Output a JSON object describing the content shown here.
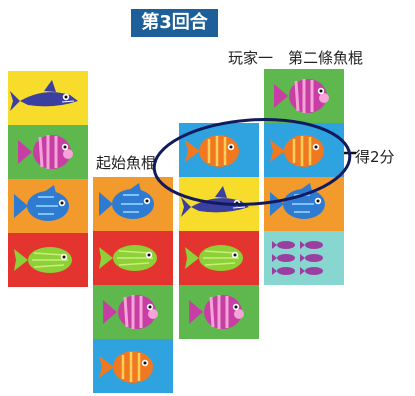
{
  "round_title": "第3回合",
  "label_start": "起始魚棍",
  "label_player": "玩家一　第二條魚棍",
  "label_score": "得2分",
  "sticks": [
    {
      "name": "stick-1",
      "tiles": [
        {
          "bg": "#f7dc2c",
          "fish": "shark",
          "color": "#3a3fa0"
        },
        {
          "bg": "#5fb84d",
          "fish": "angel",
          "color": "#c73fa5"
        },
        {
          "bg": "#f39a2c",
          "fish": "round",
          "color": "#2f7bd1"
        },
        {
          "bg": "#e3342f",
          "fish": "lemon",
          "color": "#8ed037"
        }
      ]
    },
    {
      "name": "stick-start",
      "tiles": [
        {
          "bg": "#f39a2c",
          "fish": "round",
          "color": "#2f7bd1"
        },
        {
          "bg": "#e3342f",
          "fish": "lemon",
          "color": "#8ed037"
        },
        {
          "bg": "#5fb84d",
          "fish": "angel",
          "color": "#c73fa5"
        },
        {
          "bg": "#2fa3e0",
          "fish": "clown",
          "color": "#f07820"
        }
      ]
    },
    {
      "name": "stick-3",
      "tiles": [
        {
          "bg": "#2fa3e0",
          "fish": "clown",
          "color": "#f07820"
        },
        {
          "bg": "#f7dc2c",
          "fish": "shark",
          "color": "#3a3fa0"
        },
        {
          "bg": "#e3342f",
          "fish": "lemon",
          "color": "#8ed037"
        },
        {
          "bg": "#5fb84d",
          "fish": "angel",
          "color": "#c73fa5"
        }
      ]
    },
    {
      "name": "stick-player",
      "tiles": [
        {
          "bg": "#5fb84d",
          "fish": "angel",
          "color": "#c73fa5"
        },
        {
          "bg": "#2fa3e0",
          "fish": "clown",
          "color": "#f07820"
        },
        {
          "bg": "#f39a2c",
          "fish": "round",
          "color": "#2f7bd1"
        },
        {
          "bg": "#88d6d0",
          "fish": "school",
          "color": "#9a3fa0"
        }
      ]
    }
  ]
}
